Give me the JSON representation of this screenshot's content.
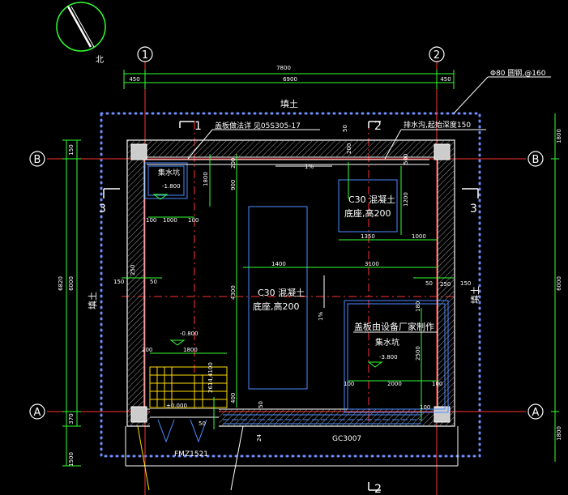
{
  "north_label": "北",
  "axes": {
    "col1": "1",
    "col2": "2",
    "rowA": "A",
    "rowB": "B"
  },
  "section_marks": {
    "s1": "1",
    "s2_top": "2",
    "s2_bottom": "2",
    "s3_left": "3",
    "s3_right": "3"
  },
  "dimensions": {
    "top_total": "7800",
    "top_left_offset": "450",
    "top_span": "6900",
    "top_right_offset": "450",
    "left_150": "150",
    "left_6000": "6000",
    "left_total": "6820",
    "left_370": "370",
    "left_1500": "1500",
    "right_1800_top": "1800",
    "right_6000": "6000",
    "right_1800_bottom": "1800",
    "d50_top": "50",
    "d200_a": "200",
    "d200_b": "200",
    "d1800_sump": "1800",
    "d100_a": "100",
    "d1000_pit": "1000",
    "d100_b": "100",
    "d900": "900",
    "d1200": "1200",
    "d500": "500",
    "d1350": "1350",
    "d1000_c30": "1000",
    "d1400": "1400",
    "d3100": "3100",
    "d150_left": "150",
    "d250_left": "250",
    "d50_left": "50",
    "d50_right": "50",
    "d250_right": "250",
    "d150_right": "150",
    "d4300": "4300",
    "d200_step": "200",
    "d1800_step": "1800",
    "d2414_4100": "2614,4100",
    "d400_a": "400",
    "d50_bot": "50",
    "d100_c": "100",
    "d2000": "2000",
    "d100_d": "100",
    "d2500": "2500",
    "d24": "24",
    "d50_c": "50",
    "d180": "180",
    "d100_e": "100"
  },
  "labels": {
    "fill_top": "填土",
    "fill_left": "填土",
    "fill_right": "填土",
    "cover_note": "盖板做法详 见05S305-17",
    "drain_note": "排水沟,起始深度150",
    "rebar_note": "Φ80 圆钢,@160",
    "c30_small": "C30 混凝土",
    "c30_small_2": "底座,高200",
    "c30_big": "C30 混凝土",
    "c30_big_2": "底座,高200",
    "sump_small": "集水坑",
    "sump_small_level": "-1.800",
    "cover_vendor": "盖板由设备厂家制作",
    "sump_big": "集水坑",
    "sump_big_level": "-3.800",
    "step_level": "-0.800",
    "door_level": "±0.000",
    "slope_top": "1%",
    "slope_right": "1%",
    "door_code": "FMZ1521",
    "window_code": "GC3007"
  },
  "colors": {
    "background": "#000000",
    "wall": "#ffffff",
    "grid": "#ff3333",
    "dimension": "#33ff33",
    "dots": "#6f8fff",
    "text": "#ffffff",
    "equipment": "#4d8cff",
    "door": "#ffdd00",
    "hatch": "#9a9a9a"
  }
}
